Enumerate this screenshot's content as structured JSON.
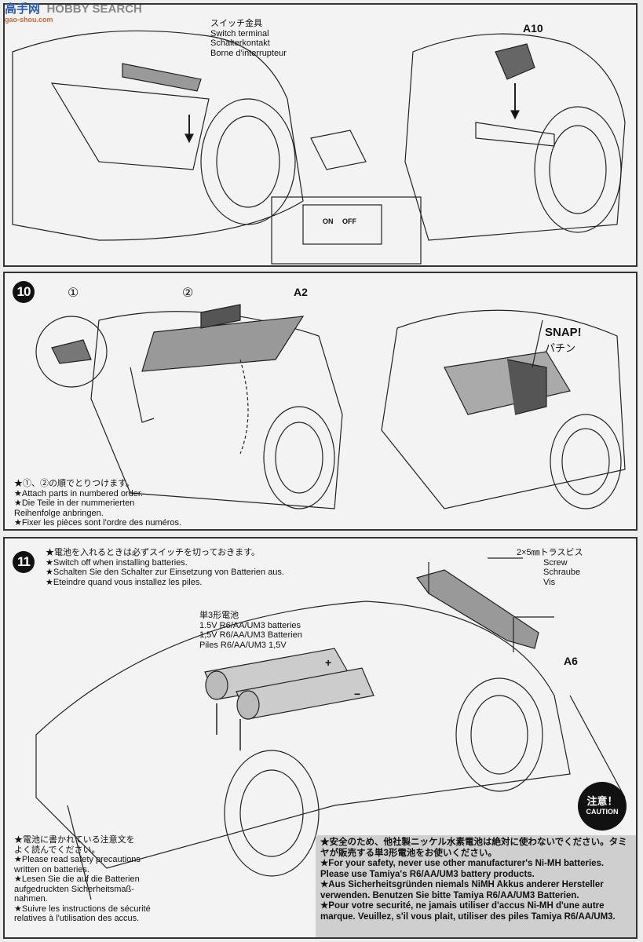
{
  "watermark": {
    "brand": "HOBBY SEARCH",
    "cn": "高手网",
    "url": "gao-shou.com"
  },
  "step9": {
    "part_label_jp": "スイッチ金具",
    "part_label_en": "Switch terminal",
    "part_label_de": "Schalterkontakt",
    "part_label_fr": "Borne d'interrupteur",
    "part_id": "A10",
    "switch_on": "ON",
    "switch_off": "OFF"
  },
  "step10": {
    "number": "10",
    "order_1": "①",
    "order_2": "②",
    "part_id": "A2",
    "snap_en": "SNAP!",
    "snap_jp": "パチン",
    "notes": [
      "★①、②の順でとりつけます。",
      "★Attach parts in numbered order.",
      "★Die Teile in der nummerierten",
      "Reihenfolge anbringen.",
      "★Fixer les pièces sont l'ordre des numéros."
    ]
  },
  "step11": {
    "number": "11",
    "notes": [
      "★電池を入れるときは必ずスイッチを切っておきます。",
      "★Switch off when installing batteries.",
      "★Schalten Sie den Schalter zur Einsetzung von Batterien aus.",
      "★Eteindre quand vous installez les piles."
    ],
    "battery_label": [
      "単3形電池",
      "1.5V R6/AA/UM3 batteries",
      "1,5V R6/AA/UM3 Batterien",
      "Piles R6/AA/UM3 1,5V"
    ],
    "screw_label": [
      "2×5㎜トラスビス",
      "Screw",
      "Schraube",
      "Vis"
    ],
    "part_id": "A6",
    "plus": "+",
    "minus": "−",
    "battery_notes": [
      "★電池に書かれている注意文を",
      "よく読んでください。",
      "★Please read safety precautions",
      "written on batteries.",
      "★Lesen Sie die auf die Batterien",
      "aufgedruckten Sicherheitsmaß-",
      "nahmen.",
      "★Suivre les instructions de sécurité",
      "relatives à l'utilisation des accus."
    ],
    "caution_jp": "注意！",
    "caution_en": "CAUTION",
    "warning": [
      "★安全のため、他社製ニッケル水素電池は絶対に使わないでください。タミヤが販売する単3形電池をお使いください。",
      "★For your safety, never use other manufacturer's Ni-MH batteries. Please use Tamiya's R6/AA/UM3 battery products.",
      "★Aus Sicherheitsgründen niemals NiMH Akkus anderer Hersteller verwenden. Benutzen Sie bitte Tamiya R6/AA/UM3 Batterien.",
      "★Pour votre securité, ne jamais utiliser d'accus Ni-MH d'une autre marque. Veuillez, s'il vous plait, utiliser des piles Tamiya R6/AA/UM3."
    ]
  }
}
